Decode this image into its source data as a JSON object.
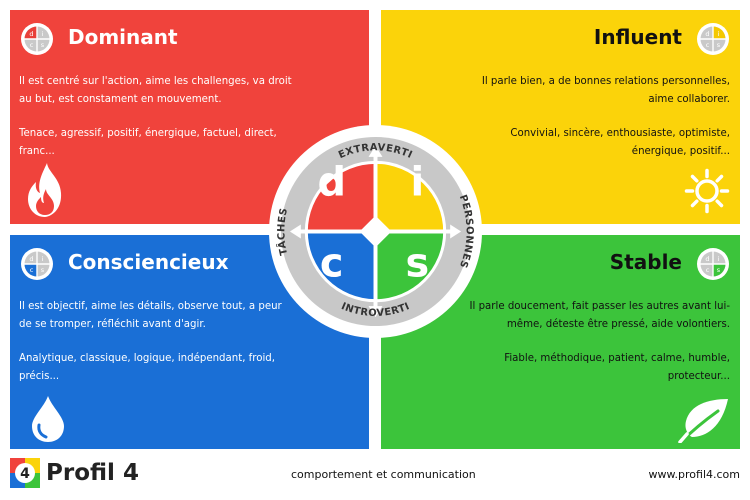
{
  "quadrants": {
    "d": {
      "title": "Dominant",
      "text1": "Il est centré sur l'action, aime les challenges, va droit au but, est constament en mouvement.",
      "text2": "Tenace, agressif, positif, énergique, factuel, direct, franc...",
      "icon": "flame-icon",
      "color": "#f0433c"
    },
    "i": {
      "title": "Influent",
      "text1": "Il parle bien, a de bonnes relations personnelles, aime collaborer.",
      "text2": "Convivial, sincère, enthousiaste, optimiste, énergique, positif...",
      "icon": "sun-icon",
      "color": "#fbd30a"
    },
    "c": {
      "title": "Consciencieux",
      "text1": "Il est objectif, aime les détails, observe tout, a peur de se tromper, réfléchit avant d'agir.",
      "text2": "Analytique, classique, logique, indépendant, froid, précis...",
      "icon": "water-drop-icon",
      "color": "#1a6fd6"
    },
    "s": {
      "title": "Stable",
      "text1": "Il parle doucement, fait passer les autres avant lui-même, déteste être pressé, aide volontiers.",
      "text2": "Fiable, méthodique, patient, calme, humble, protecteur...",
      "icon": "leaf-icon",
      "color": "#3cc43b"
    }
  },
  "mini_letters": [
    "d",
    "i",
    "c",
    "s"
  ],
  "center": {
    "letters": {
      "d": "d",
      "i": "i",
      "c": "c",
      "s": "s"
    },
    "axes": {
      "top": "EXTRAVERTI",
      "bottom": "INTROVERTI",
      "left": "TÂCHES",
      "right": "PERSONNES"
    }
  },
  "footer": {
    "brand": "Profil 4",
    "logo_digit": "4",
    "tagline": "comportement et communication",
    "url": "www.profil4.com"
  }
}
